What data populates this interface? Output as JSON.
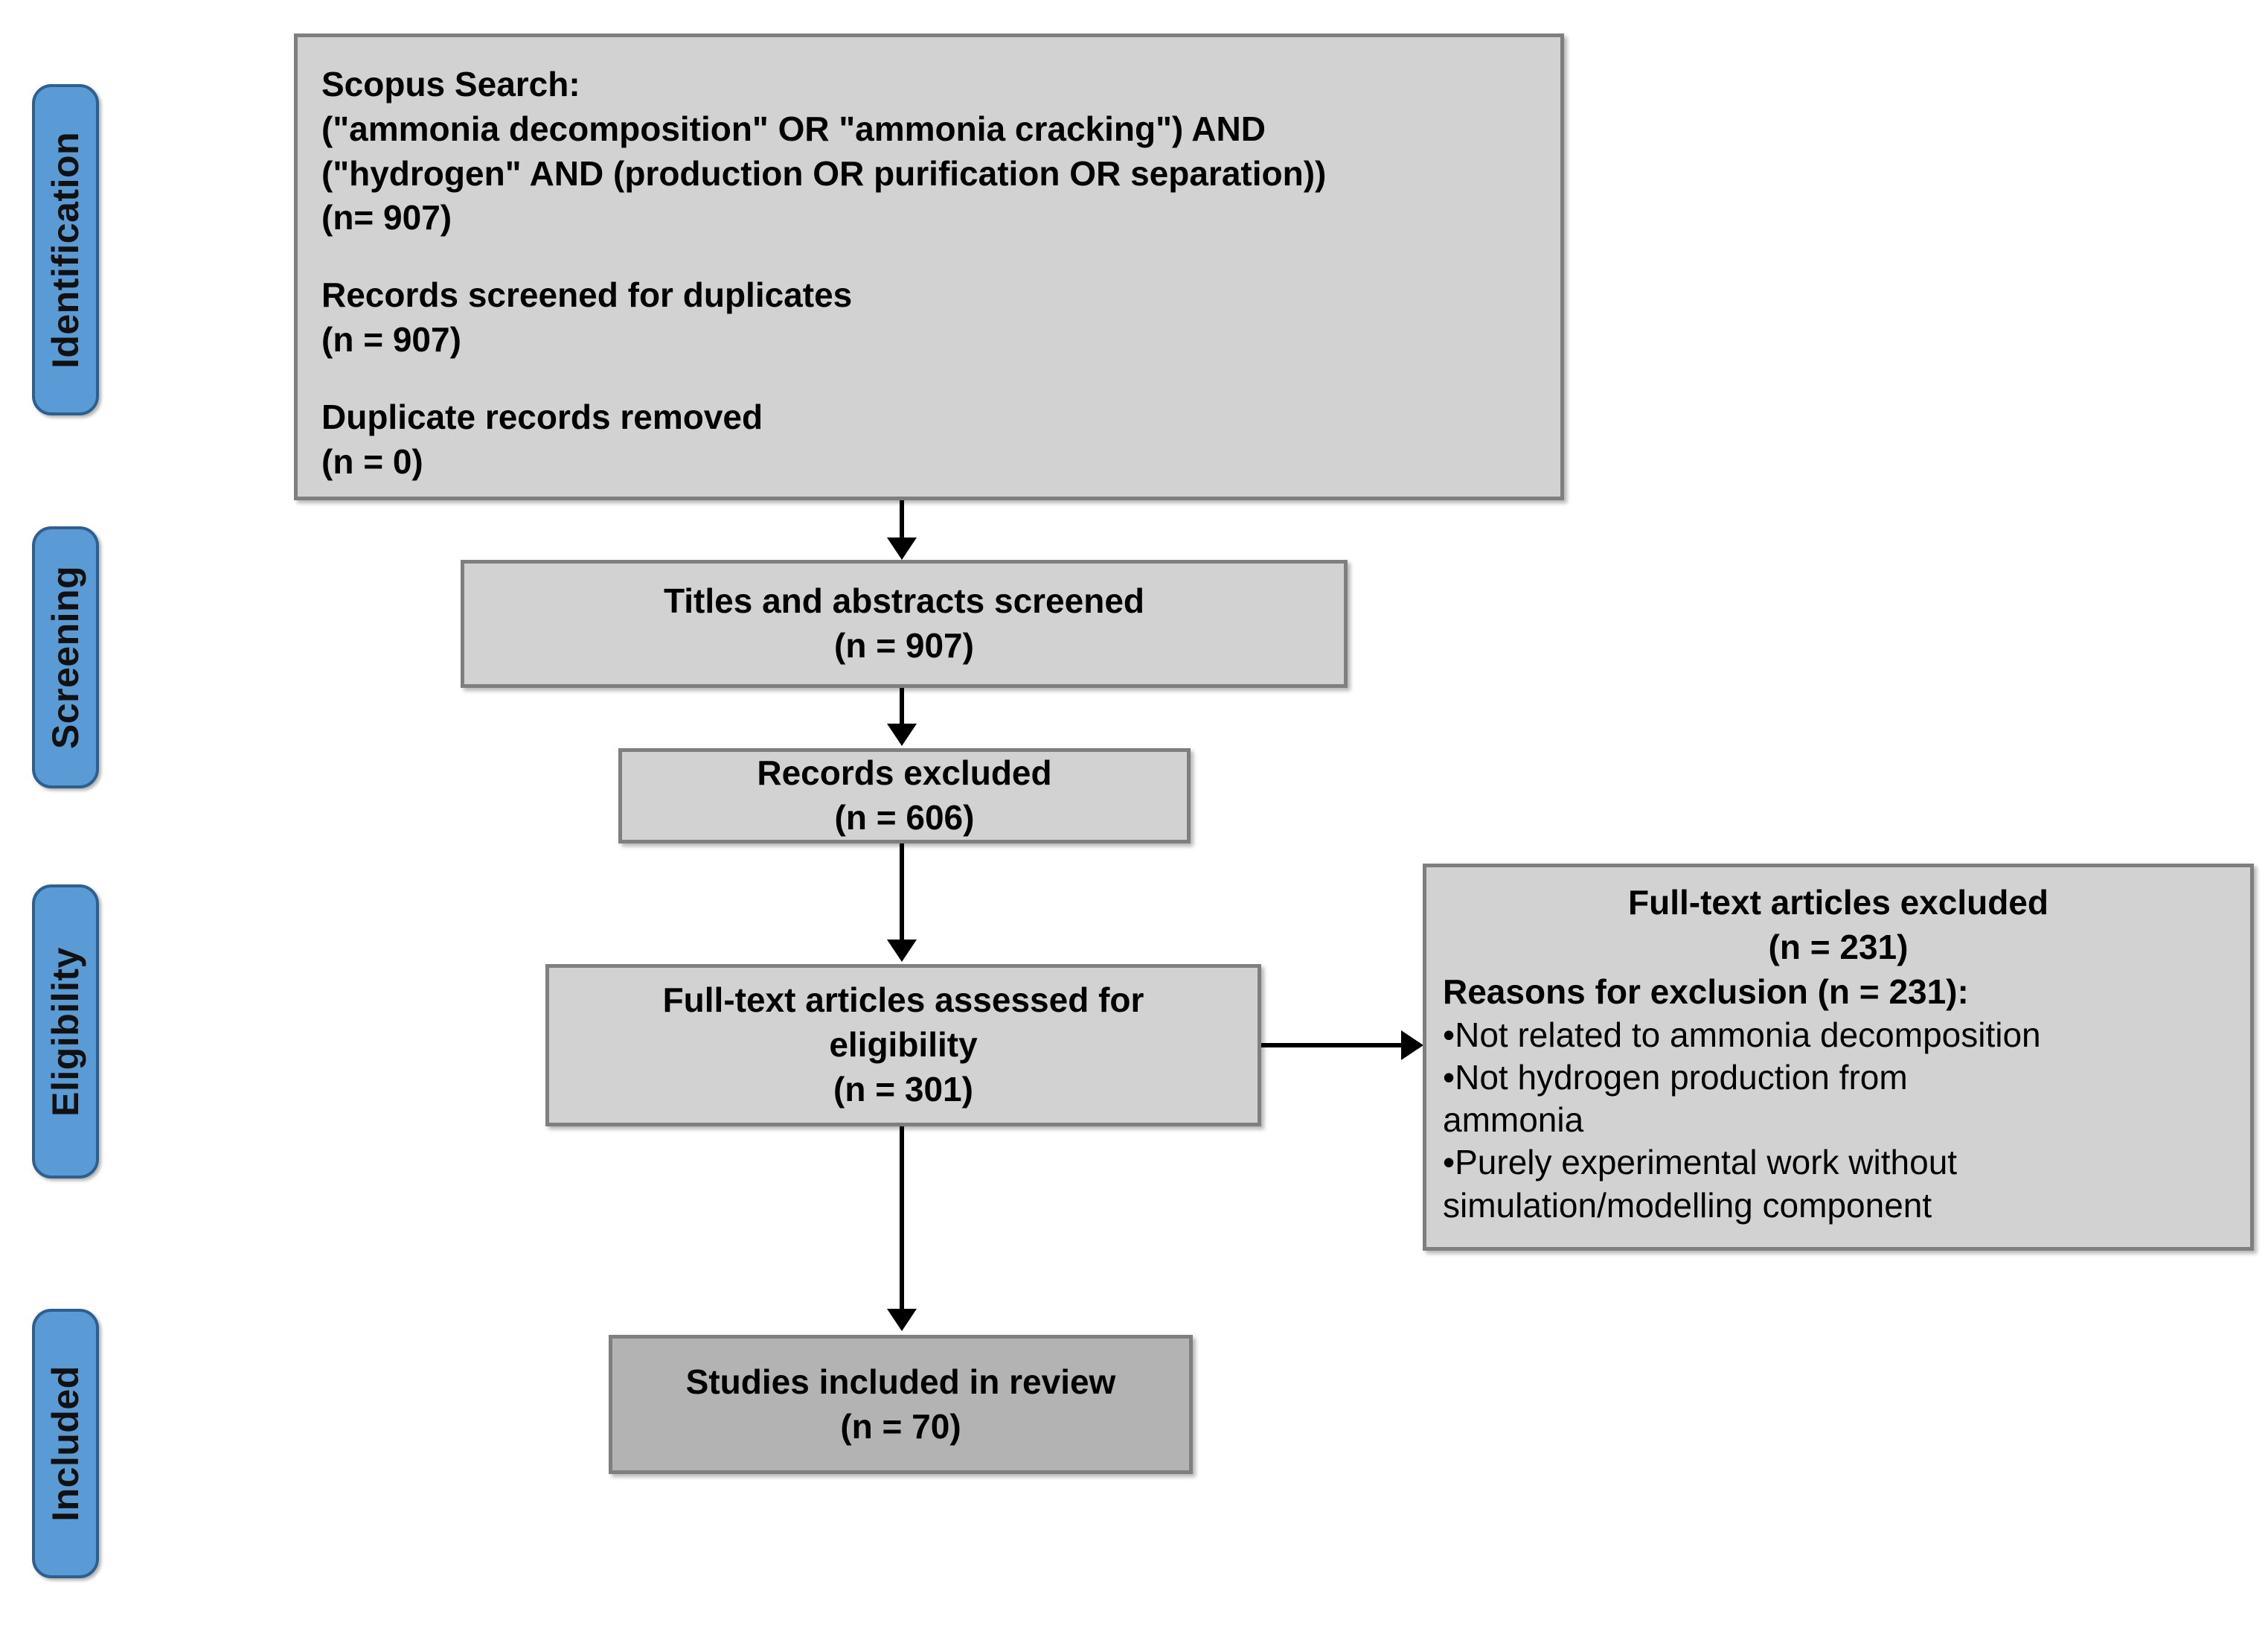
{
  "diagram": {
    "title": "PRISMA flow diagram",
    "colors": {
      "stage_fill": "#5b9bd5",
      "stage_border": "#2e5f8f",
      "box_fill": "#d2d2d2",
      "box_fill_included": "#b3b3b3",
      "box_border": "#7f7f7f",
      "connector": "#000000",
      "background": "#ffffff"
    }
  },
  "stages": [
    {
      "label": "Identification"
    },
    {
      "label": "Screening"
    },
    {
      "label": "Eligibility"
    },
    {
      "label": "Included"
    }
  ],
  "boxes": {
    "identification": {
      "lines": [
        "Scopus Search:",
        "(\"ammonia decomposition\" OR \"ammonia cracking\") AND",
        "(\"hydrogen\" AND (production OR purification OR separation))",
        "(n= 907)"
      ],
      "lines2": [
        "Records screened for duplicates",
        "(n = 907)"
      ],
      "lines3": [
        "Duplicate records removed",
        "(n = 0)"
      ]
    },
    "titles_screened": {
      "lines": [
        "Titles and abstracts screened",
        "(n = 907)"
      ]
    },
    "records_excluded": {
      "lines": [
        "Records excluded",
        "(n = 606)"
      ]
    },
    "fulltext_assessed": {
      "lines": [
        "Full-text articles assessed for",
        "eligibility",
        "(n = 301)"
      ]
    },
    "fulltext_excluded": {
      "heading": "Full-text articles excluded",
      "count": "(n = 231)",
      "reasons_title": "Reasons for exclusion (n = 231):",
      "reasons": [
        "•Not related to ammonia decomposition",
        "•Not hydrogen production from\nammonia",
        "•Purely experimental work without\nsimulation/modelling component"
      ]
    },
    "studies_included": {
      "lines": [
        "Studies included in review",
        "(n = 70)"
      ]
    }
  }
}
